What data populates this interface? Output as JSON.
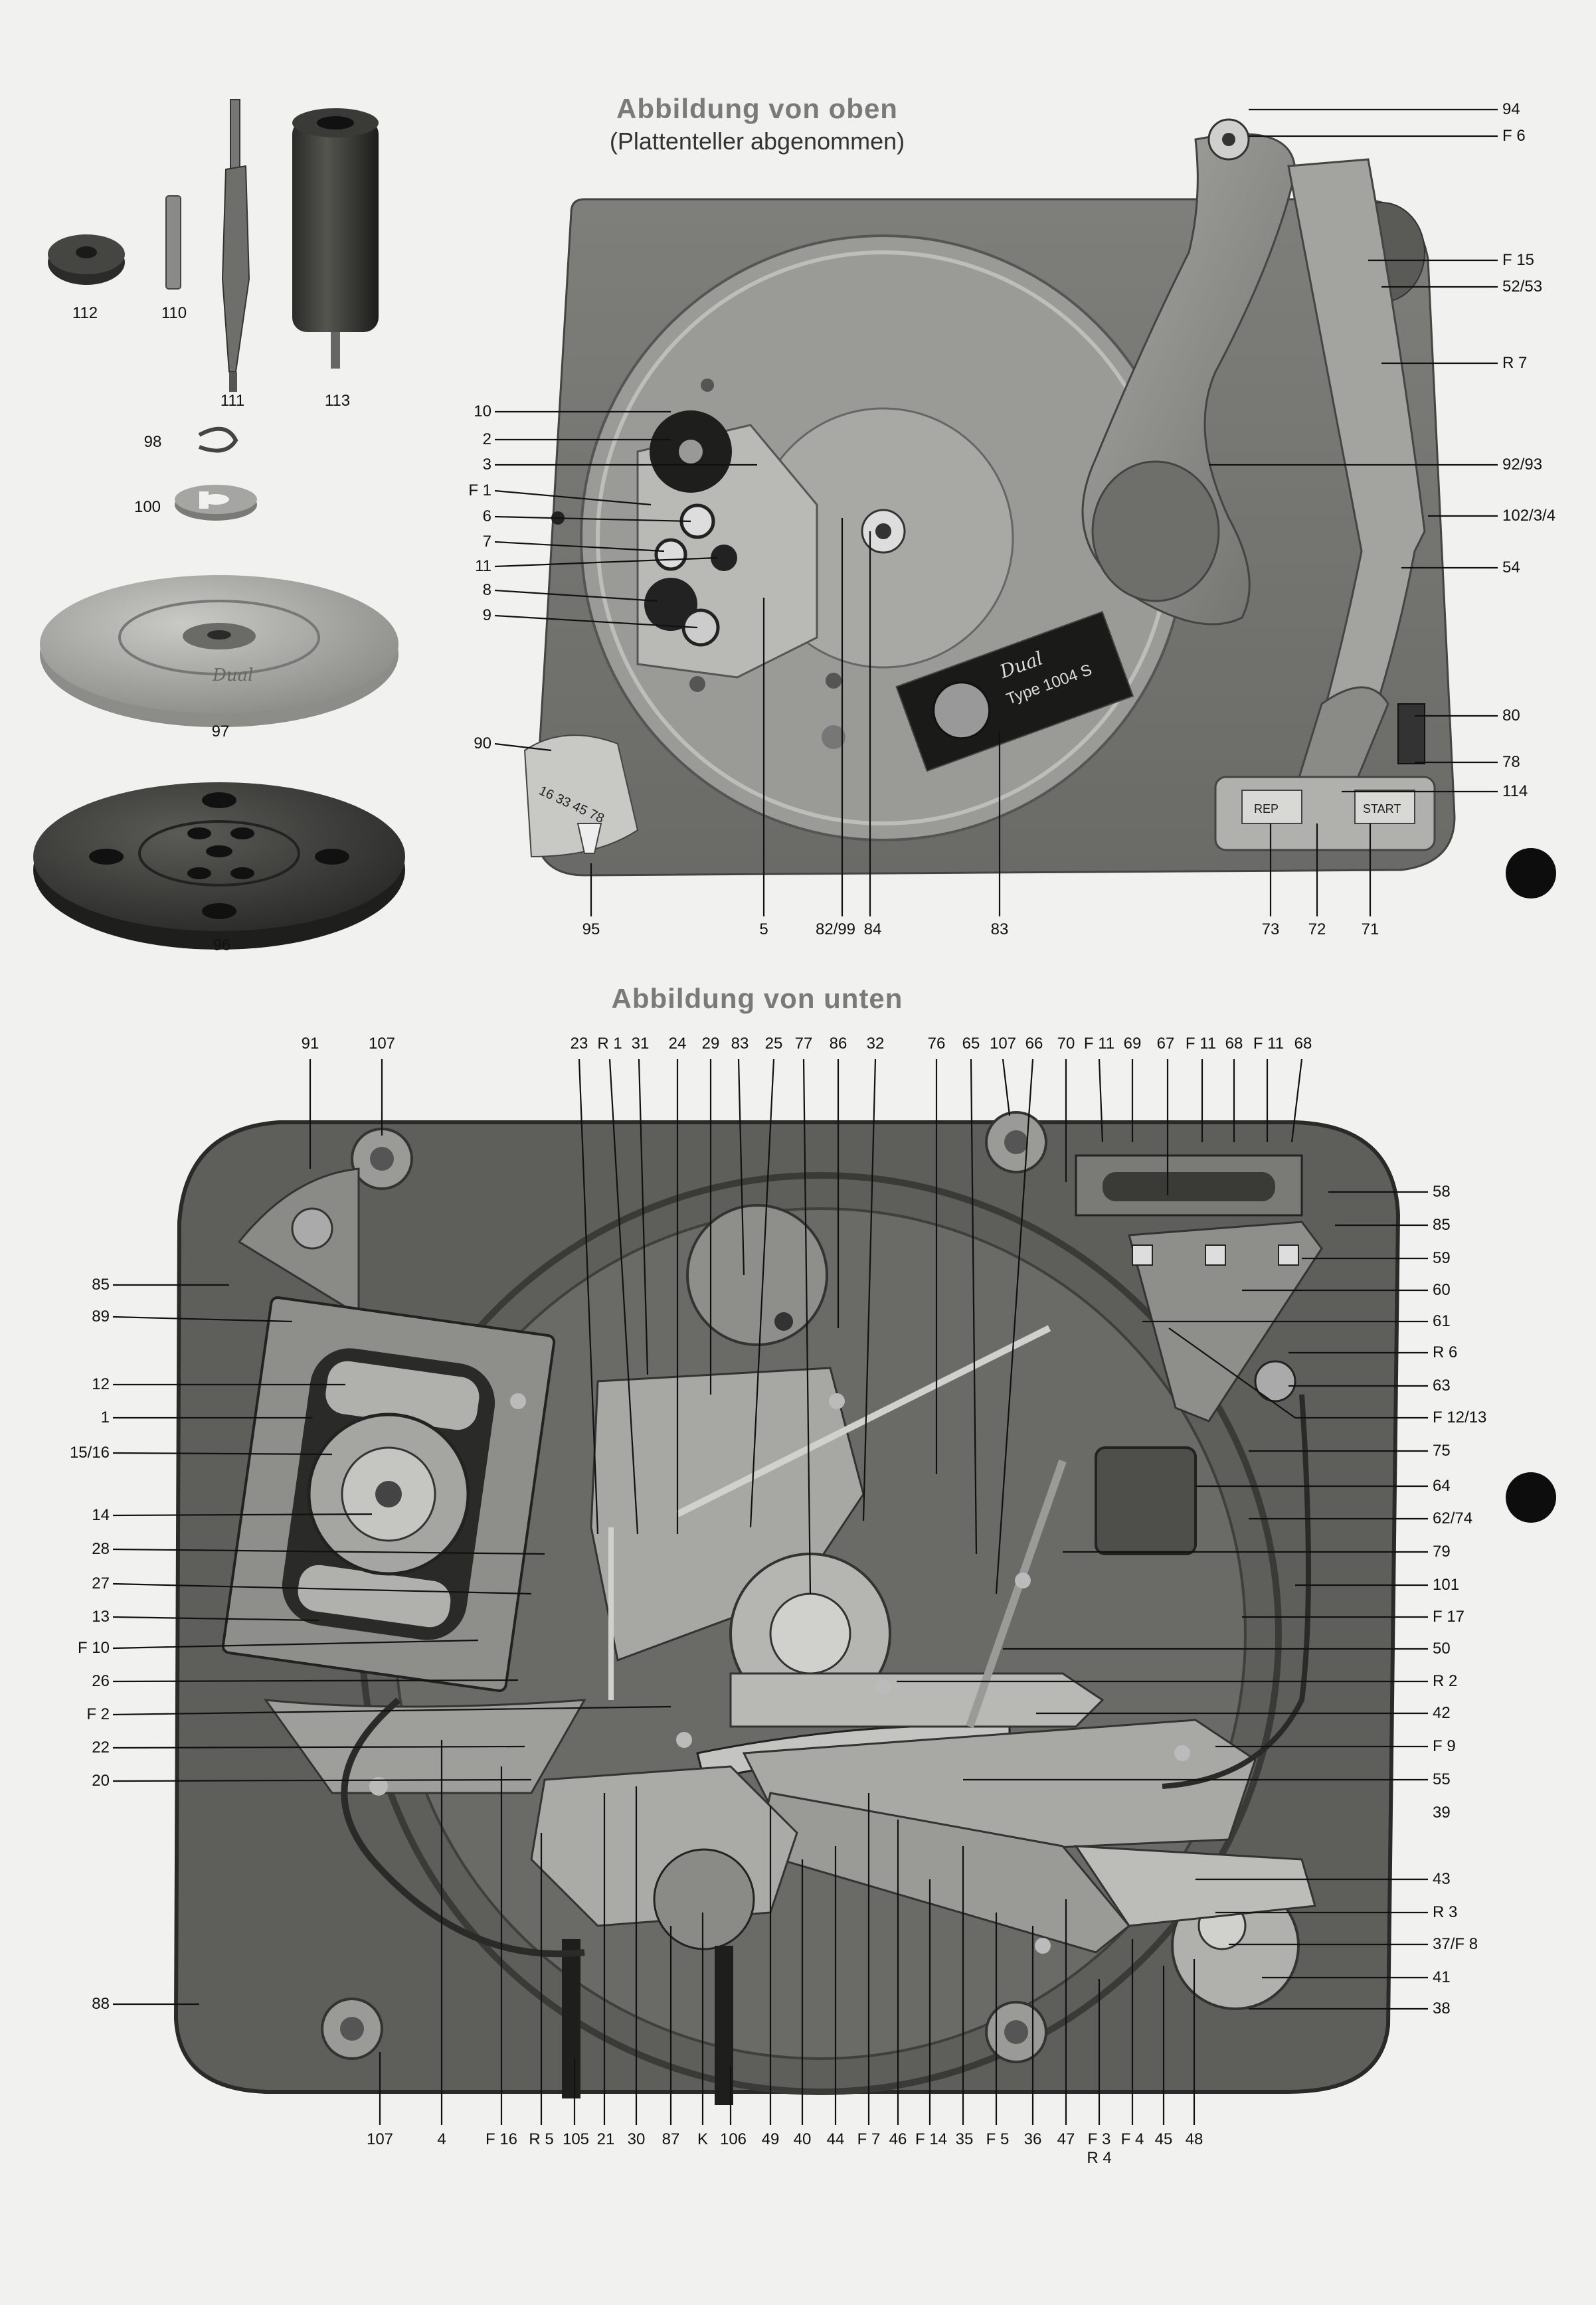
{
  "titles": {
    "top": "Abbildung von oben",
    "top_sub": "(Plattenteller abgenommen)",
    "bottom": "Abbildung von unten"
  },
  "plate_texts": {
    "brand": "Dual",
    "type": "Type 1004 S",
    "repeat": "REP",
    "start": "START",
    "speeds": "16  33  45  78"
  },
  "parts": {
    "left_top": [
      "112",
      "110",
      "111",
      "113",
      "98",
      "100",
      "97",
      "96"
    ],
    "top_left": [
      "10",
      "2",
      "3",
      "F 1",
      "6",
      "7",
      "11",
      "8",
      "9",
      "90"
    ],
    "top_right": [
      "94",
      "F 6",
      "F 15",
      "52/53",
      "R 7",
      "92/93",
      "102/3/4",
      "54",
      "80",
      "78",
      "114"
    ],
    "top_bottom": [
      "95",
      "5",
      "82/99",
      "84",
      "83",
      "73",
      "72",
      "71"
    ],
    "bottom_top": [
      "91",
      "107",
      "23",
      "R 1",
      "31",
      "24",
      "29",
      "83",
      "25",
      "77",
      "86",
      "32",
      "76",
      "65",
      "107",
      "66",
      "70",
      "F 11",
      "69",
      "67",
      "F 11",
      "68",
      "F 11",
      "68"
    ],
    "bottom_left": [
      "85",
      "89",
      "12",
      "1",
      "15/16",
      "14",
      "28",
      "27",
      "13",
      "F 10",
      "26",
      "F 2",
      "22",
      "20",
      "88"
    ],
    "bottom_right": [
      "58",
      "85",
      "59",
      "60",
      "61",
      "R 6",
      "63",
      "F 12/13",
      "75",
      "64",
      "62/74",
      "79",
      "101",
      "F 17",
      "50",
      "R 2",
      "42",
      "F 9",
      "55",
      "39",
      "43",
      "R 3",
      "37/F 8",
      "41",
      "38"
    ],
    "bottom_bottom": [
      "107",
      "4",
      "F 16",
      "R 5",
      "105",
      "21",
      "30",
      "87",
      "K",
      "106",
      "49",
      "40",
      "44",
      "F 7",
      "46",
      "F 14",
      "35",
      "F 5",
      "36",
      "47",
      "F 3",
      "R 4",
      "F 4",
      "45",
      "48"
    ]
  }
}
